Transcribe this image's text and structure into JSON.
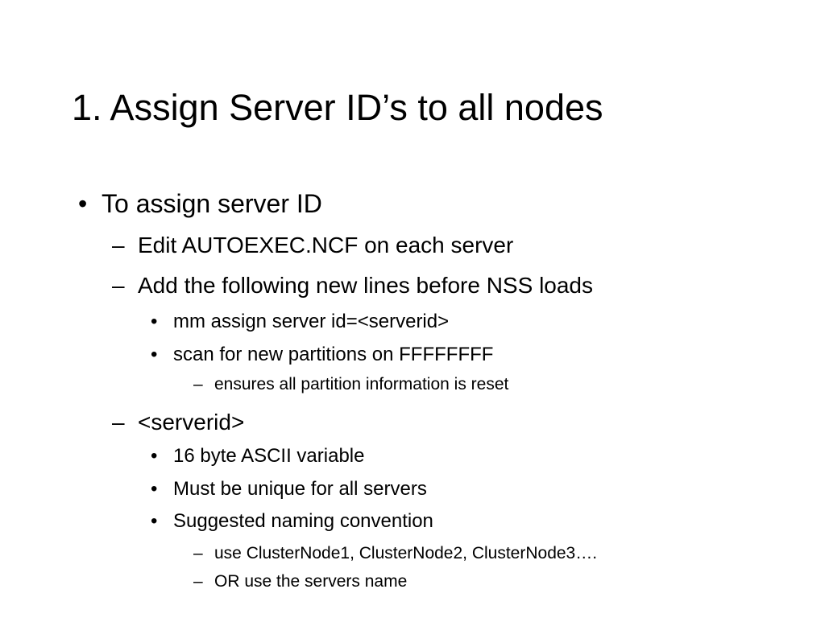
{
  "slide": {
    "title": "1. Assign Server ID’s to all nodes",
    "bullets": [
      {
        "marker": "•",
        "text": "To assign server ID"
      },
      {
        "marker": "–",
        "text": "Edit AUTOEXEC.NCF on each server"
      },
      {
        "marker": "–",
        "text": "Add the following new lines before NSS loads"
      },
      {
        "marker": "•",
        "text": "mm assign server id=<serverid>"
      },
      {
        "marker": "•",
        "text": "scan for new partitions on FFFFFFFF"
      },
      {
        "marker": "–",
        "text": "ensures all partition information is reset"
      },
      {
        "marker": "–",
        "text": "<serverid>"
      },
      {
        "marker": "•",
        "text": "16 byte ASCII variable"
      },
      {
        "marker": "•",
        "text": "Must be unique for all servers"
      },
      {
        "marker": "•",
        "text": "Suggested naming convention"
      },
      {
        "marker": "–",
        "text": "use ClusterNode1, ClusterNode2, ClusterNode3…."
      },
      {
        "marker": "–",
        "text": "OR use the servers name"
      }
    ]
  }
}
